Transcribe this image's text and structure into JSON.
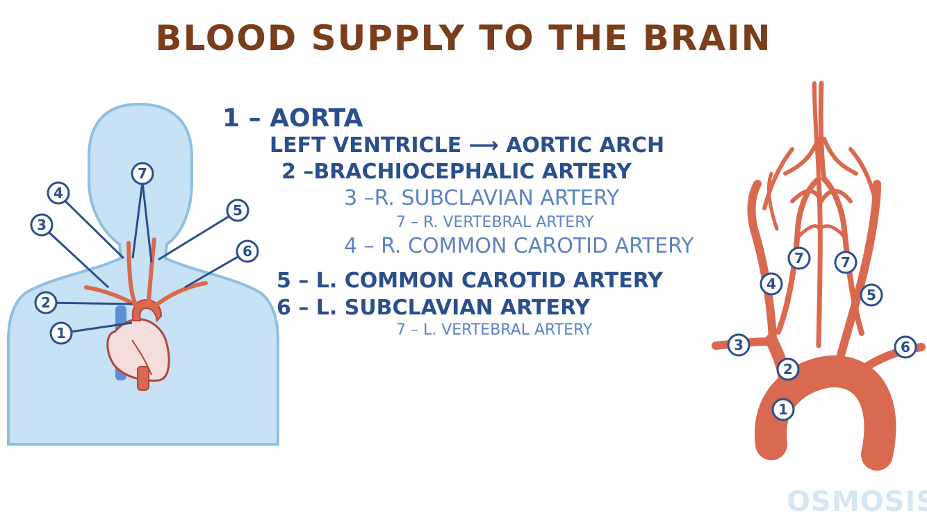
{
  "title": "BLOOD SUPPLY TO THE BRAIN",
  "legend": {
    "aorta": "1 – AORTA",
    "aorta_path": "LEFT VENTRICLE ⟶ AORTIC ARCH",
    "brachio": "2 –BRACHIOCEPHALIC ARTERY",
    "r_subclavian": "3 –R. SUBCLAVIAN ARTERY",
    "r_vertebral": "7 – R. VERTEBRAL ARTERY",
    "r_common_carotid": "4 – R. COMMON CAROTID ARTERY",
    "l_common_carotid": "5 – L. COMMON CAROTID ARTERY",
    "l_subclavian": "6 – L. SUBCLAVIAN ARTERY",
    "l_vertebral": "7 – L. VERTEBRAL ARTERY"
  },
  "labels": {
    "one": "1",
    "two": "2",
    "three": "3",
    "four": "4",
    "five": "5",
    "six": "6",
    "seven": "7"
  },
  "watermark": "OSMOSIS.o",
  "colors": {
    "title": "#7a3e1c",
    "legend_dark": "#2b4e8c",
    "legend_light": "#5b83c4",
    "body": "#c7e2f5",
    "artery": "#d9694f",
    "vein": "#5c8fd6"
  }
}
